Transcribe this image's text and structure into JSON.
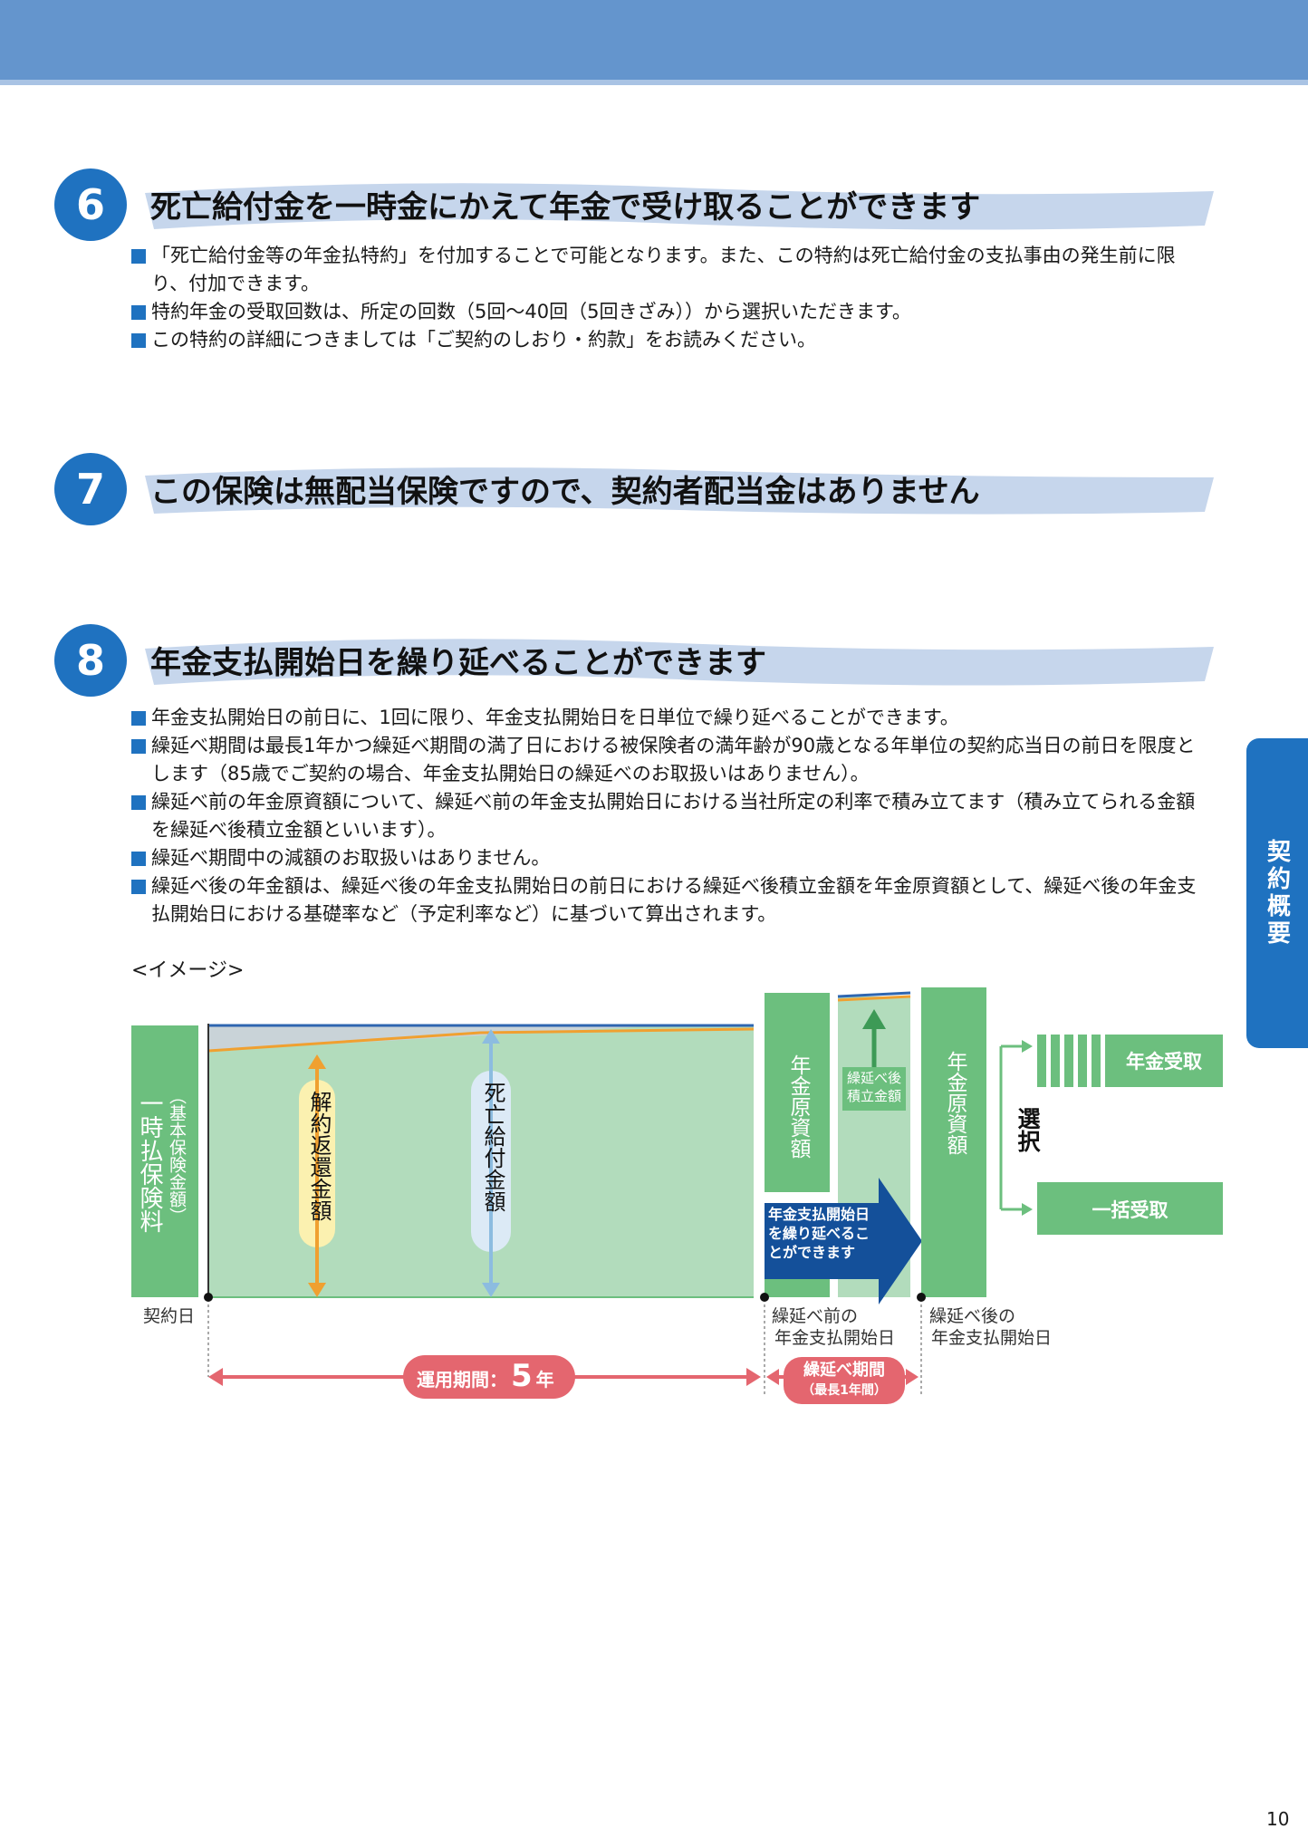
{
  "page": {
    "number": "10",
    "side_tab": "契約概要"
  },
  "sections": [
    {
      "num": "6",
      "title": "死亡給付金を一時金にかえて年金で受け取ることができます",
      "bullets": [
        "「死亡給付金等の年金払特約」を付加することで可能となります。また、この特約は死亡給付金の支払事由の発生前に限り、付加できます。",
        "特約年金の受取回数は、所定の回数（5回〜40回（5回きざみ））から選択いただきます。",
        "この特約の詳細につきましては「ご契約のしおり・約款」をお読みください。"
      ]
    },
    {
      "num": "7",
      "title": "この保険は無配当保険ですので、契約者配当金はありません",
      "bullets": []
    },
    {
      "num": "8",
      "title": "年金支払開始日を繰り延べることができます",
      "bullets": [
        "年金支払開始日の前日に、1回に限り、年金支払開始日を日単位で繰り延べることができます。",
        "繰延べ期間は最長1年かつ繰延べ期間の満了日における被保険者の満年齢が90歳となる年単位の契約応当日の前日を限度とします（85歳でご契約の場合、年金支払開始日の繰延べのお取扱いはありません）。",
        "繰延べ前の年金原資額について、繰延べ前の年金支払開始日における当社所定の利率で積み立てます（積み立てられる金額を繰延べ後積立金額といいます）。",
        "繰延べ期間中の減額のお取扱いはありません。",
        "繰延べ後の年金額は、繰延べ後の年金支払開始日の前日における繰延べ後積立金額を年金原資額として、繰延べ後の年金支払開始日における基礎率など（予定利率など）に基づいて算出されます。"
      ]
    }
  ],
  "diagram": {
    "image_label": "<イメージ>",
    "premium_main": "一時払保険料",
    "premium_sub": "（基本保険金額）",
    "surrender_label": "解約返還金額",
    "death_label": "死亡給付金額",
    "principal_label": "年金原資額",
    "deferred_accum_label": "繰延べ後積立金額",
    "deferral_arrow_text": "年金支払開始日を繰り延べることができます",
    "principal_label2": "年金原資額",
    "choice_label": "選択",
    "annuity_option": "年金受取",
    "lump_option": "一括受取",
    "contract_date": "契約日",
    "before_start_line1": "繰延べ前の",
    "before_start_line2": "年金支払開始日",
    "after_start_line1": "繰延べ後の",
    "after_start_line2": "年金支払開始日",
    "period_prefix": "運用期間：",
    "period_value": "5",
    "period_unit": "年",
    "deferral_period": "繰延べ期間",
    "deferral_max": "（最長1年間）",
    "colors": {
      "green_dark": "#6cbf7e",
      "green_light": "#b2dcbc",
      "blue": "#1f72c0",
      "navy": "#14509a",
      "pink": "#e4666f",
      "orange": "#f0a030"
    }
  }
}
